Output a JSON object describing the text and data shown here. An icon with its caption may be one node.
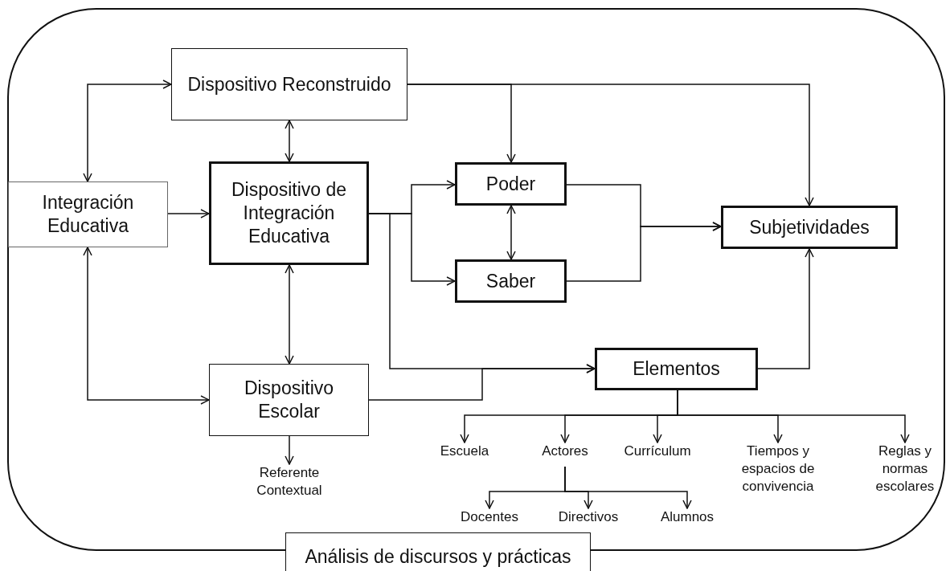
{
  "diagram": {
    "nodes": [
      {
        "text": [
          "Dispositivo Reconstruido"
        ]
      },
      {
        "text": [
          "Integración Educativa"
        ]
      },
      {
        "text": [
          "Dispositivo de Integración Educativa"
        ]
      },
      {
        "text": [
          "Poder"
        ]
      },
      {
        "text": [
          "Saber"
        ]
      },
      {
        "text": [
          "Subjetividades"
        ]
      },
      {
        "text": [
          "Dispositivo Escolar"
        ]
      },
      {
        "text": [
          "Elementos"
        ]
      },
      {
        "text": [
          "Referente Contextual"
        ]
      },
      {
        "text": [
          "Escuela"
        ]
      },
      {
        "text": [
          "Actores"
        ]
      },
      {
        "text": [
          "Currículum"
        ]
      },
      {
        "text": [
          "Tiempos y espacios de convivencia"
        ]
      },
      {
        "text": [
          "Reglas y normas escolares"
        ]
      },
      {
        "text": [
          "Docentes"
        ]
      },
      {
        "text": [
          "Directivos"
        ]
      },
      {
        "text": [
          "Alumnos"
        ]
      },
      {
        "text": [
          "Análisis de discursos y prácticas"
        ]
      }
    ],
    "edges": [
      {
        "from": 1,
        "to": 0,
        "arrow": "both"
      },
      {
        "from": 0,
        "to": 2,
        "arrow": "both"
      },
      {
        "from": 1,
        "to": 2,
        "arrow": "to"
      },
      {
        "from": 1,
        "to": 6,
        "arrow": "both"
      },
      {
        "from": 2,
        "to": 6,
        "arrow": "both"
      },
      {
        "from": 0,
        "to": 3,
        "arrow": "to"
      },
      {
        "from": 0,
        "to": 5,
        "arrow": "to"
      },
      {
        "from": 2,
        "to": 3,
        "arrow": "to"
      },
      {
        "from": 2,
        "to": 4,
        "arrow": "to"
      },
      {
        "from": 3,
        "to": 4,
        "arrow": "both"
      },
      {
        "from": 3,
        "to": 5,
        "arrow": "to"
      },
      {
        "from": 4,
        "to": 5,
        "arrow": "to"
      },
      {
        "from": 2,
        "to": 7,
        "arrow": "to"
      },
      {
        "from": 6,
        "to": 7,
        "arrow": "to"
      },
      {
        "from": 7,
        "to": 5,
        "arrow": "to"
      },
      {
        "from": 6,
        "to": 8,
        "arrow": "to"
      },
      {
        "from": 7,
        "to": 9,
        "arrow": "to"
      },
      {
        "from": 7,
        "to": 10,
        "arrow": "to"
      },
      {
        "from": 7,
        "to": 11,
        "arrow": "to"
      },
      {
        "from": 7,
        "to": 12,
        "arrow": "to"
      },
      {
        "from": 7,
        "to": 13,
        "arrow": "to"
      },
      {
        "from": 10,
        "to": 14,
        "arrow": "to"
      },
      {
        "from": 10,
        "to": 15,
        "arrow": "to"
      },
      {
        "from": 10,
        "to": 16,
        "arrow": "to"
      }
    ]
  }
}
